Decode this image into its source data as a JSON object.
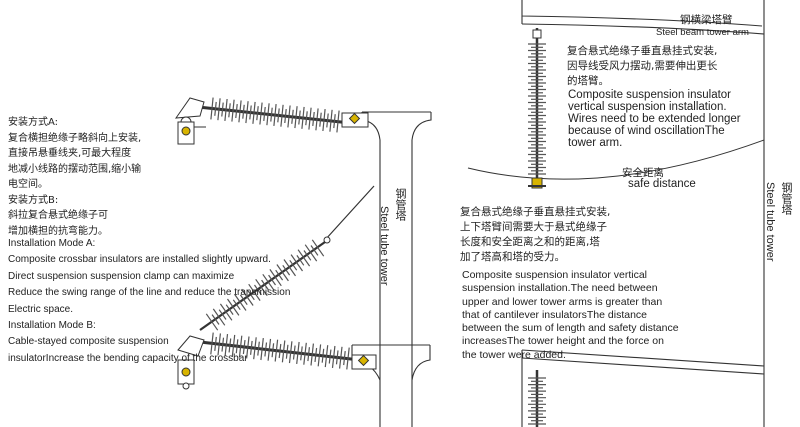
{
  "left": {
    "mode_a_cn_title": "安装方式A:",
    "mode_a_cn_lines": [
      "复合横担绝缘子略斜向上安装,",
      "直接吊悬垂线夹,可最大程度",
      "地减小线路的摆动范围,缩小输",
      "电空间。"
    ],
    "mode_b_cn_title": "安装方式B:",
    "mode_b_cn_lines": [
      "斜拉复合悬式绝缘子可",
      "增加横担的抗弯能力。"
    ],
    "en_lines": [
      "Installation Mode A:",
      "Composite crossbar insulators are installed slightly upward.",
      "Direct suspension suspension clamp can maximize",
      "Reduce the swing range of the line and reduce the transmission",
      "Electric space.",
      "Installation Mode B:",
      "Cable-stayed composite suspension",
      "insulatorIncrease the bending capacity of the crossbar"
    ],
    "tower_label_cn": "钢管塔",
    "tower_label_en": "Steel tube tower"
  },
  "top": {
    "beam_label_cn": "钢横梁塔臂",
    "beam_label_en": "Steel beam tower arm"
  },
  "middle": {
    "cn_lines": [
      "复合悬式绝缘子垂直悬挂式安装,",
      "因导线受风力摆动,需要伸出更长",
      "的塔臂。"
    ],
    "en_lines": [
      "Composite suspension insulator",
      "vertical suspension installation.",
      "Wires need to be extended longer",
      " because of wind oscillationThe",
      " tower arm."
    ],
    "safe_cn": "安全距离",
    "safe_en": "safe distance"
  },
  "right": {
    "cn_lines": [
      "复合悬式绝缘子垂直悬挂式安装,",
      "上下塔臂间需要大于悬式绝缘子",
      "长度和安全距离之和的距离,塔",
      "加了塔高和塔的受力。"
    ],
    "en_lines": [
      "Composite suspension insulator vertical",
      "suspension installation.The need between",
      " upper and lower tower arms is greater than",
      " that of cantilever insulatorsThe distance",
      "between the sum of length and safety distance",
      "increasesThe tower height and the force on",
      "the tower were added."
    ],
    "tower_label_cn": "钢管塔",
    "tower_label_en": "Steel tube tower"
  },
  "colors": {
    "line": "#333333",
    "shed": "#555555",
    "accent_gold": "#d8b400",
    "background": "#ffffff"
  }
}
